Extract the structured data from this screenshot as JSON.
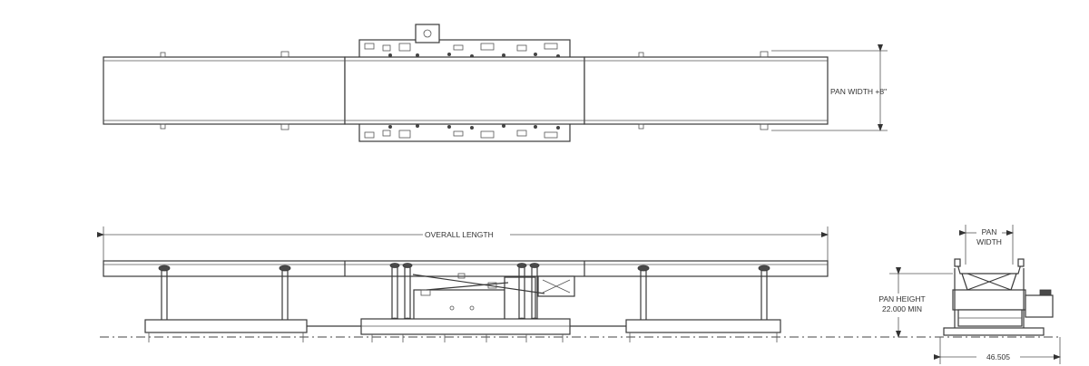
{
  "labels": {
    "pan_width_plus": "PAN WIDTH +8\"",
    "overall_length": "OVERALL LENGTH",
    "pan_width_line1": "PAN",
    "pan_width_line2": "WIDTH",
    "pan_height_line1": "PAN HEIGHT",
    "pan_height_line2": "22.000 MIN",
    "base_width": "46.505"
  }
}
